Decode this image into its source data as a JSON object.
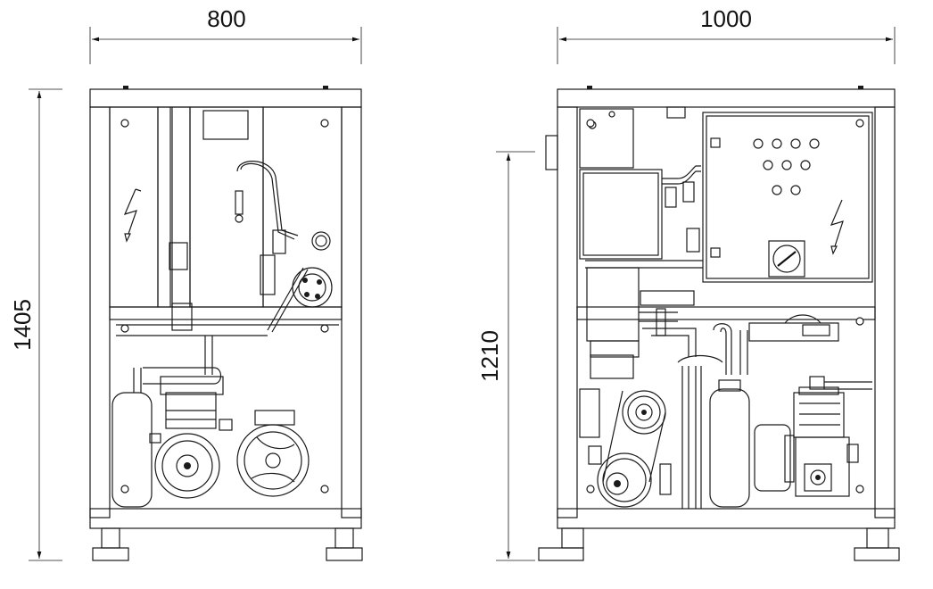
{
  "dimensions": {
    "front_width": "800",
    "side_width": "1000",
    "front_height": "1405",
    "side_height": "1210"
  },
  "colors": {
    "line": "#1a1a1a",
    "background": "#ffffff"
  }
}
